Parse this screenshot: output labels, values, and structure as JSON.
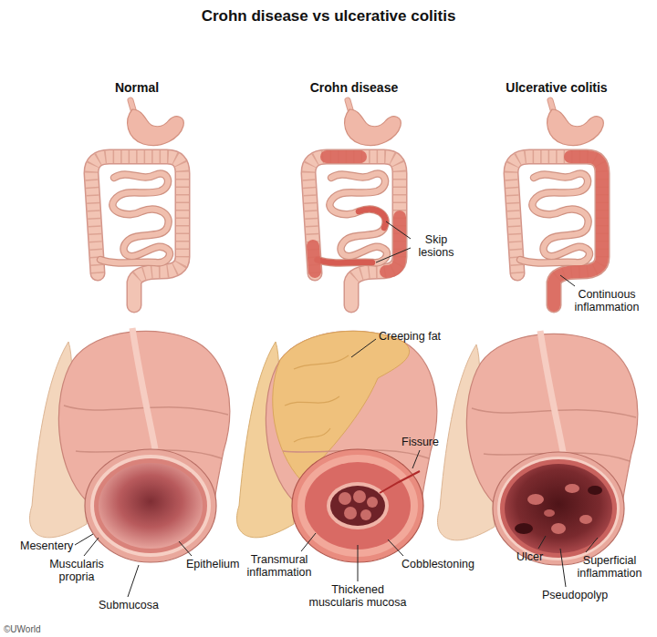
{
  "diagram": {
    "title": "Crohn disease vs ulcerative colitis",
    "labels": [
      "Normal",
      "Crohn disease",
      "Ulcerative colitis",
      "Skip lesions",
      "Continuous inflammation",
      "Creeping fat",
      "Fissure",
      "Mesentery",
      "Muscularis propria",
      "Epithelium",
      "Submucosa",
      "Transmural inflammation",
      "Cobblestoning",
      "Thickened muscularis mucosa",
      "Ulcer",
      "Pseudopolyp",
      "Superficial inflammation",
      "©UWorld"
    ]
  }
}
